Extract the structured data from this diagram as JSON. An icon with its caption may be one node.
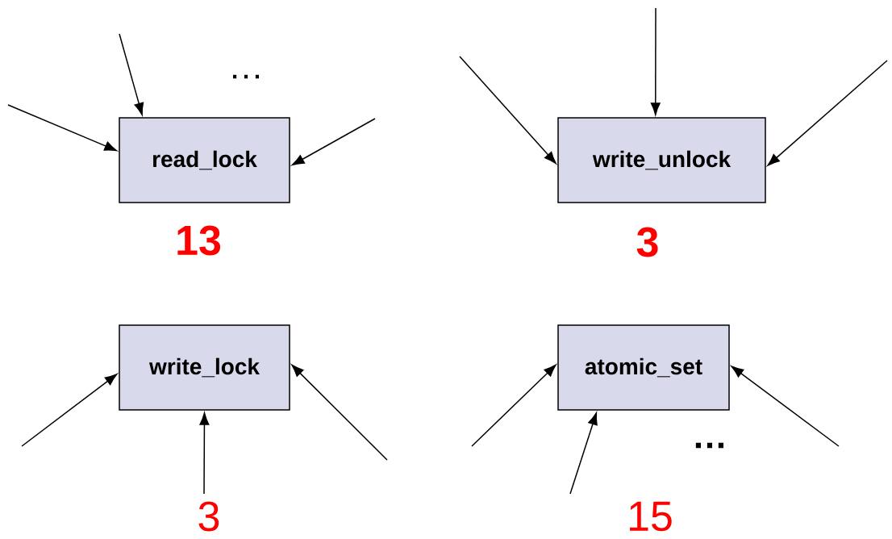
{
  "diagram": {
    "nodes": [
      {
        "text": [
          "read_lock"
        ],
        "beside": [
          "13"
        ]
      },
      {
        "text": [
          "write_unlock"
        ],
        "beside": [
          "3"
        ]
      },
      {
        "text": [
          "write_lock"
        ],
        "beside": [
          "3"
        ]
      },
      {
        "text": [
          "atomic_set"
        ],
        "beside": [
          "15"
        ]
      }
    ],
    "edges": [
      {
        "from": null,
        "to": 0,
        "arrow": "to"
      },
      {
        "from": null,
        "to": 0,
        "arrow": "to"
      },
      {
        "from": null,
        "to": 0,
        "arrow": "to"
      },
      {
        "from": null,
        "to": 1,
        "arrow": "to"
      },
      {
        "from": null,
        "to": 1,
        "arrow": "to"
      },
      {
        "from": null,
        "to": 1,
        "arrow": "to"
      },
      {
        "from": null,
        "to": 2,
        "arrow": "to"
      },
      {
        "from": null,
        "to": 2,
        "arrow": "to"
      },
      {
        "from": null,
        "to": 2,
        "arrow": "to"
      },
      {
        "from": null,
        "to": 3,
        "arrow": "to"
      },
      {
        "from": null,
        "to": 3,
        "arrow": "to"
      },
      {
        "from": null,
        "to": 3,
        "arrow": "to"
      }
    ],
    "labels": [
      "…",
      "…"
    ]
  }
}
